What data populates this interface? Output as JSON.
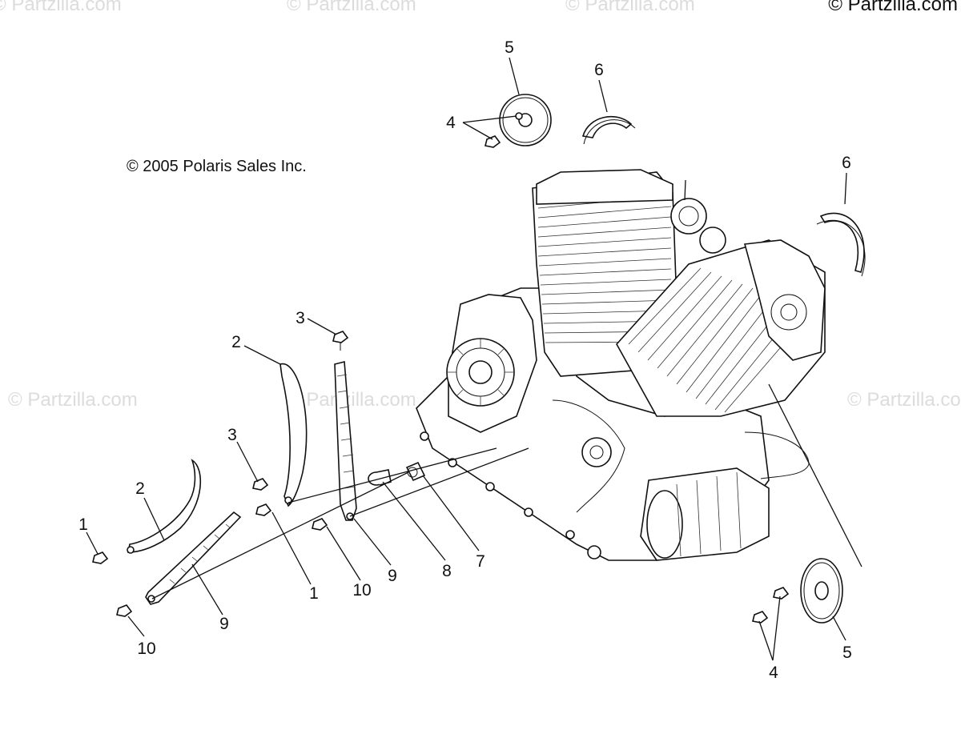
{
  "watermarks": {
    "top_1": "© Partzilla.com",
    "top_2": "© Partzilla.com",
    "top_3": "© Partzilla.com",
    "mid_left": "© Partzilla.com",
    "mid_center": "© Partzilla.com",
    "mid_right": "© Partzilla.com",
    "corner": "© Partzilla.com"
  },
  "copyright": "© 2005 Polaris Sales Inc.",
  "callouts": {
    "c5_top": "5",
    "c6_top": "6",
    "c4_top": "4",
    "c6_right": "6",
    "c3_upper": "3",
    "c2_upper": "2",
    "c3_lower": "3",
    "c2_lower": "2",
    "c1_left": "1",
    "c1_mid": "1",
    "c10_mid": "10",
    "c9_mid": "9",
    "c8": "8",
    "c7": "7",
    "c9_lower": "9",
    "c10_lower": "10",
    "c4_bottom": "4",
    "c5_bottom": "5"
  },
  "colors": {
    "line": "#111111",
    "watermark": "#dcdcdc",
    "background": "#ffffff"
  }
}
